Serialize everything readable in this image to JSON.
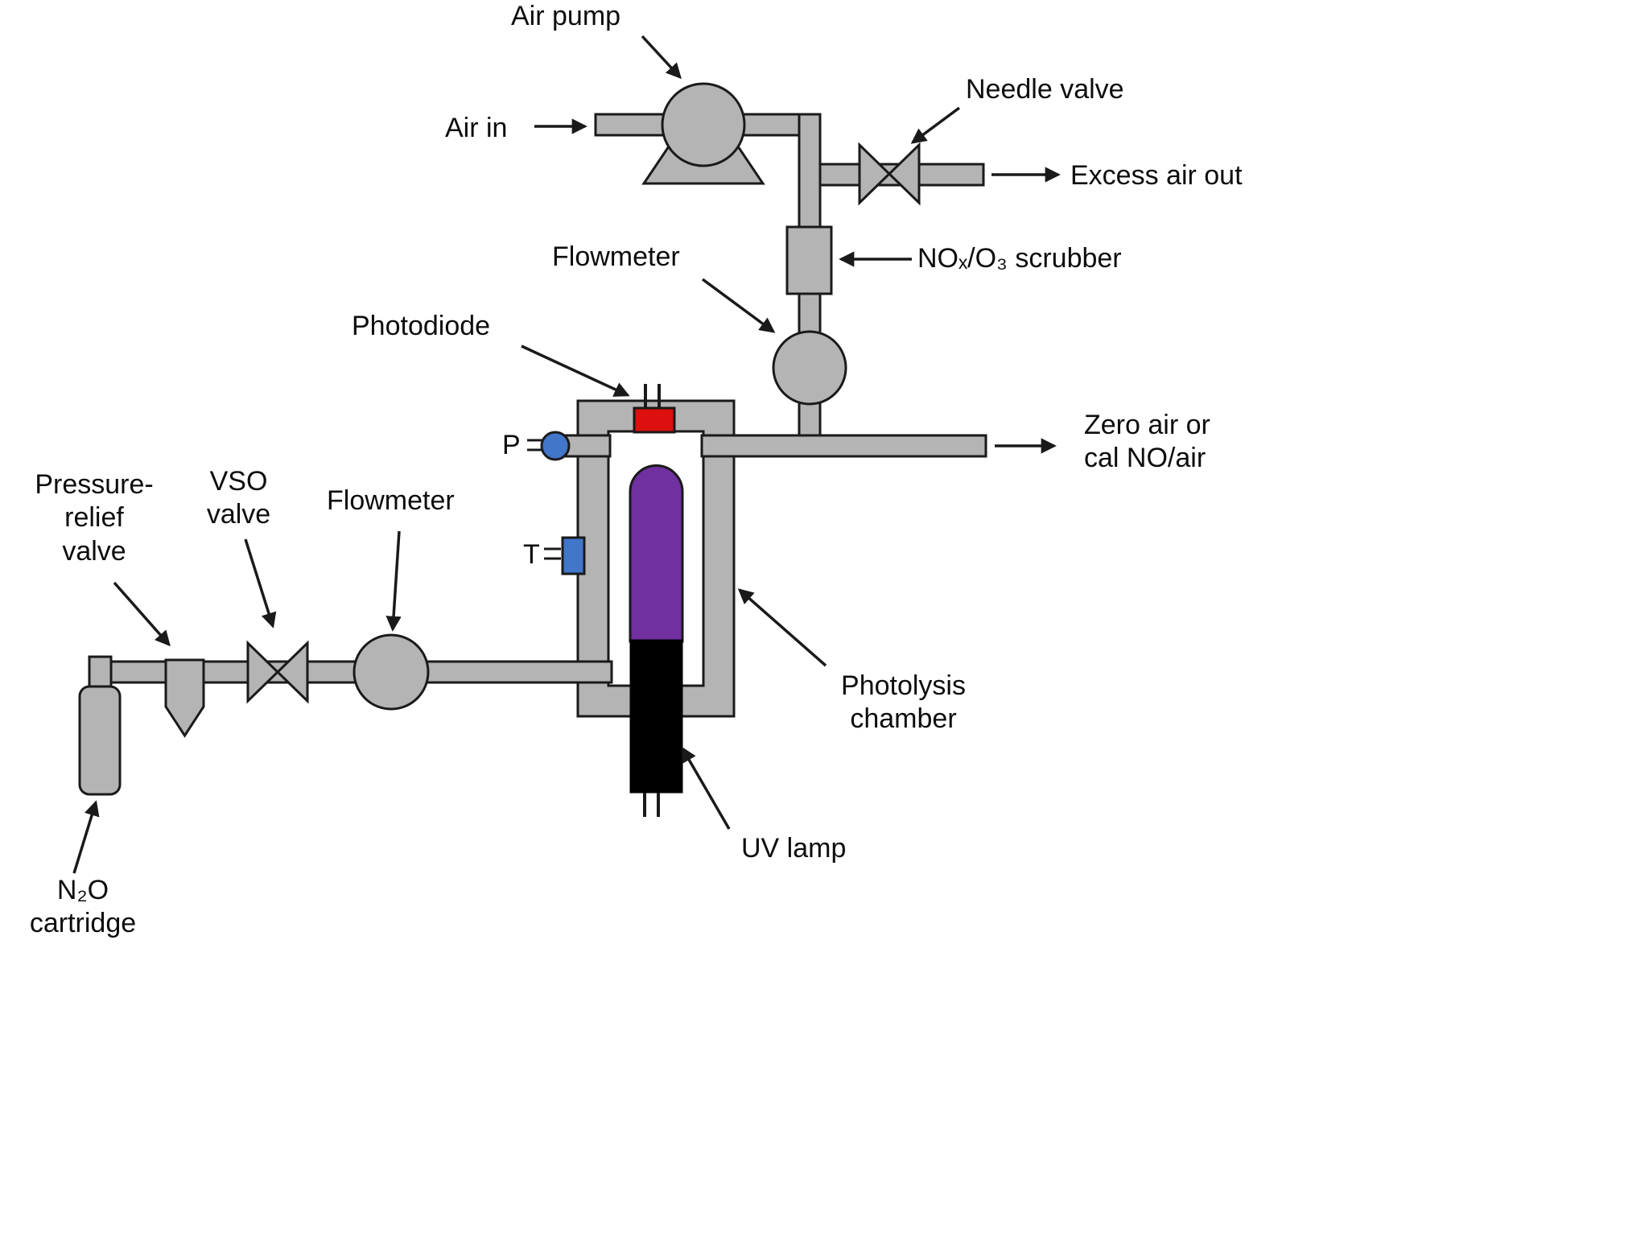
{
  "labels": {
    "air_pump": "Air pump",
    "air_in": "Air in",
    "needle_valve": "Needle valve",
    "excess_air_out": "Excess air out",
    "flowmeter_top": "Flowmeter",
    "scrubber": "NOₓ/O₃ scrubber",
    "photodiode": "Photodiode",
    "pressure_sensor": "P",
    "temperature_sensor": "T",
    "zero_air_out": "Zero air or\ncal NO/air",
    "pressure_relief_valve": "Pressure-\nrelief\nvalve",
    "vso_valve": "VSO\nvalve",
    "flowmeter_left": "Flowmeter",
    "photolysis_chamber": "Photolysis\nchamber",
    "uv_lamp": "UV lamp",
    "n2o_cartridge": "N₂O\ncartridge"
  },
  "colors": {
    "background": "#ffffff",
    "component_gray": "#b4b4b4",
    "outline_black": "#1a1a1a",
    "uv_lamp_purple": "#7030a0",
    "uv_lamp_base_black": "#000000",
    "photodiode_red": "#dd0f0f",
    "sensor_blue": "#4176c9"
  }
}
